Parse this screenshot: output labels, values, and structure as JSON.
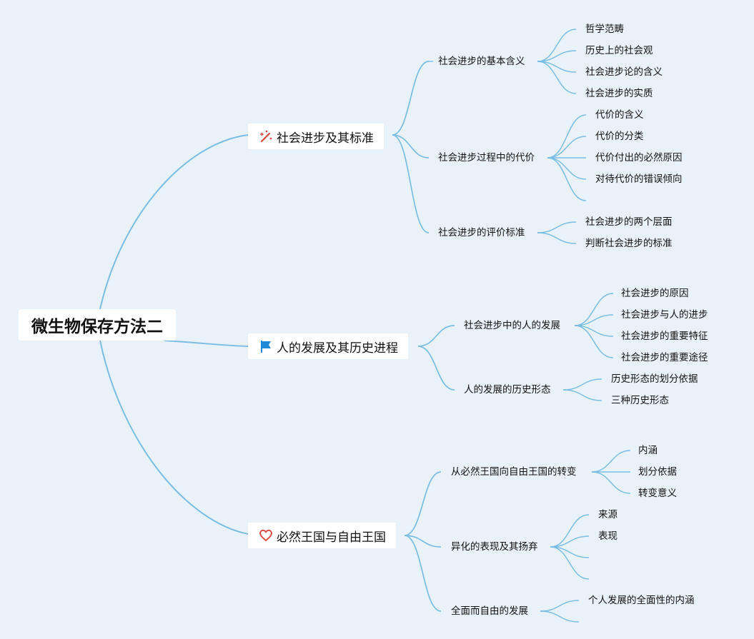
{
  "root": "微生物保存方法二",
  "branches": [
    {
      "label": "社会进步及其标准",
      "icon": "magic-wand-icon",
      "subs": [
        {
          "label": "社会进步的基本含义",
          "leaves": [
            "哲学范畴",
            "历史上的社会观",
            "社会进步论的含义",
            "社会进步的实质"
          ]
        },
        {
          "label": "社会进步过程中的代价",
          "leaves": [
            "代价的含义",
            "代价的分类",
            "代价付出的必然原因",
            "对待代价的错误倾向",
            ""
          ]
        },
        {
          "label": "社会进步的评价标准",
          "leaves": [
            "社会进步的两个层面",
            "判断社会进步的标准"
          ]
        }
      ]
    },
    {
      "label": "人的发展及其历史进程",
      "icon": "flag-icon",
      "subs": [
        {
          "label": "社会进步中的人的发展",
          "leaves": [
            "社会进步的原因",
            "社会进步与人的进步",
            "社会进步的重要特征",
            "社会进步的重要途径"
          ]
        },
        {
          "label": "人的发展的历史形态",
          "leaves": [
            "历史形态的划分依据",
            "三种历史形态"
          ]
        }
      ]
    },
    {
      "label": "必然王国与自由王国",
      "icon": "heart-icon",
      "subs": [
        {
          "label": "从必然王国向自由王国的转变",
          "leaves": [
            "内涵",
            "划分依据",
            "转变意义"
          ]
        },
        {
          "label": "异化的表现及其扬弃",
          "leaves": [
            "来源",
            "表现",
            "",
            ""
          ]
        },
        {
          "label": "全面而自由的发展",
          "leaves": [
            "个人发展的全面性的内涵",
            ""
          ]
        }
      ]
    }
  ],
  "colors": {
    "line": "#79bde3",
    "background": "#eaf2f9",
    "node": "#ffffff",
    "wand": "#d9453c",
    "flag": "#1f8ad8",
    "heart": "#d9453c"
  }
}
